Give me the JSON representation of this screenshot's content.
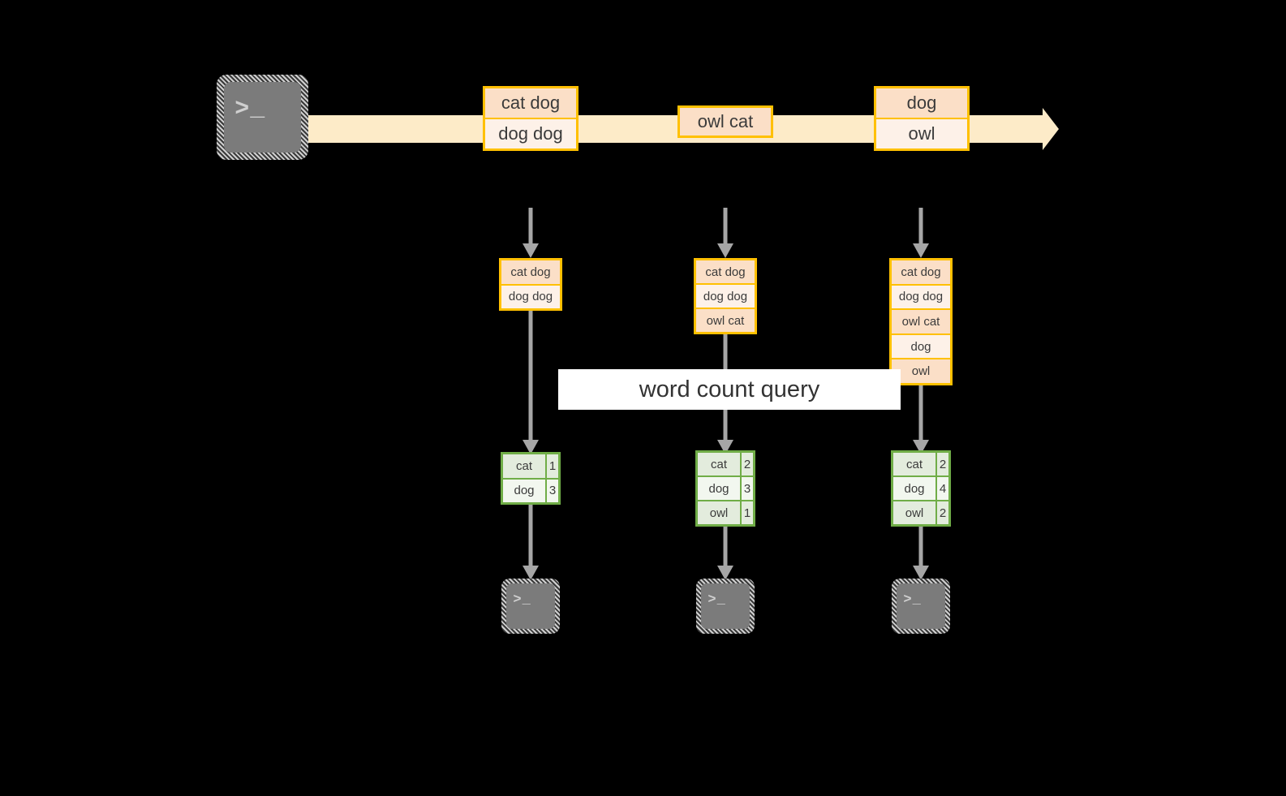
{
  "diagram": {
    "title": "word count query stream diagram",
    "colors": {
      "background": "#000000",
      "stream_ribbon": "#FDEBC8",
      "message_border": "#FFC000",
      "message_fill_dark": "#FBDFC7",
      "message_fill_light": "#FDF1E8",
      "result_border": "#70AD47",
      "result_fill_dark": "#E3ECDD",
      "result_fill_light": "#F2F7EF",
      "arrow_gray": "#A6A6A6",
      "terminal_body": "#7B7B7B",
      "query_band": "#FFFFFF"
    }
  },
  "source": {
    "icon": "terminal-icon",
    "prompt": ">_"
  },
  "stream": {
    "name": "event-stream-arrow",
    "messages": [
      {
        "id": "msg-group-1",
        "lines": [
          "cat dog",
          "dog dog"
        ]
      },
      {
        "id": "msg-group-2",
        "lines": [
          "owl cat"
        ]
      },
      {
        "id": "msg-group-3",
        "lines": [
          "dog",
          "owl"
        ]
      }
    ]
  },
  "query": {
    "label": "word count query"
  },
  "snapshots": [
    {
      "id": "snapshot-1",
      "input_lines": [
        "cat dog",
        "dog dog"
      ],
      "results": [
        {
          "word": "cat",
          "count": "1"
        },
        {
          "word": "dog",
          "count": "3"
        }
      ],
      "sink": {
        "icon": "terminal-icon",
        "prompt": ">_"
      }
    },
    {
      "id": "snapshot-2",
      "input_lines": [
        "cat dog",
        "dog dog",
        "owl cat"
      ],
      "results": [
        {
          "word": "cat",
          "count": "2"
        },
        {
          "word": "dog",
          "count": "3"
        },
        {
          "word": "owl",
          "count": "1"
        }
      ],
      "sink": {
        "icon": "terminal-icon",
        "prompt": ">_"
      }
    },
    {
      "id": "snapshot-3",
      "input_lines": [
        "cat dog",
        "dog dog",
        "owl cat",
        "dog",
        "owl"
      ],
      "results": [
        {
          "word": "cat",
          "count": "2"
        },
        {
          "word": "dog",
          "count": "4"
        },
        {
          "word": "owl",
          "count": "2"
        }
      ],
      "sink": {
        "icon": "terminal-icon",
        "prompt": ">_"
      }
    }
  ]
}
